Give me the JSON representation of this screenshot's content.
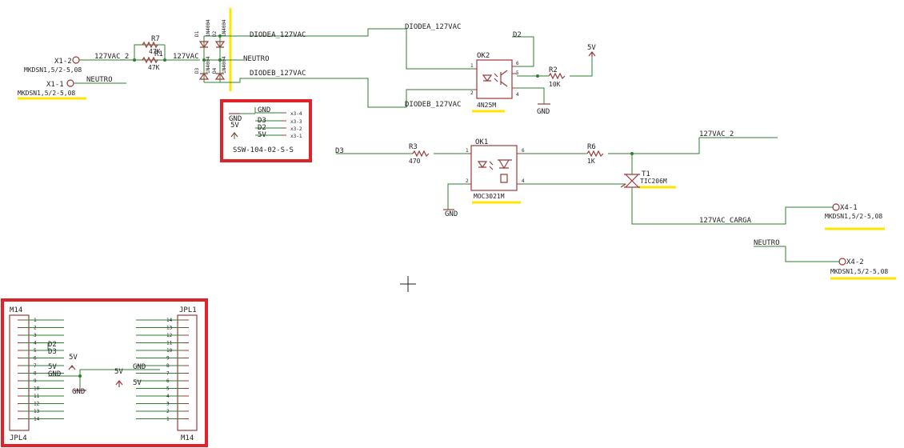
{
  "connectors": {
    "x1_2_ref": "X1-2",
    "x1_2_type": "MKDSN1,5/2-5,08",
    "x1_1_ref": "X1-1",
    "x1_1_type": "MKDSN1,5/2-5,08",
    "x4_1_ref": "X4-1",
    "x4_1_type": "MKDSN1,5/2-5,08",
    "x4_2_ref": "X4-2",
    "x4_2_type": "MKDSN1,5/2-5,08"
  },
  "nets": {
    "vac_2_left": "127VAC_2",
    "neutro_left": "NEUTRO",
    "vac_mid": "127VAC",
    "neutro_mid": "NEUTRO",
    "diodea_1": "DIODEA_127VAC",
    "diodea_2": "DIODEA_127VAC",
    "diodeb_1": "DIODEB_127VAC",
    "diodeb_2": "DIODEB_127VAC",
    "d2_top": "D2",
    "vcc_5v_top": "5V",
    "gnd_ok2": "GND",
    "d3_left": "D3",
    "gnd_ok1": "GND",
    "vac_2_right": "127VAC_2",
    "vac_carga": "127VAC_CARGA",
    "neutro_right": "NEUTRO"
  },
  "resistors": {
    "r7_name": "R7",
    "r7_value": "47K",
    "r1_name": "R1",
    "r1_value": "47K",
    "r2_name": "R2",
    "r2_value": "10K",
    "r3_name": "R3",
    "r3_value": "470",
    "r6_name": "R6",
    "r6_value": "1K"
  },
  "diodes": {
    "d1": "D1",
    "d1_val": "1N4004",
    "d2": "D2",
    "d2_val": "1N4004",
    "d3": "D3",
    "d3_val": "1N4004",
    "d4": "D4",
    "d4_val": "1N4004"
  },
  "optos": {
    "ok2_name": "OK2",
    "ok2_value": "4N25M",
    "ok1_name": "OK1",
    "ok1_value": "MOC3021M"
  },
  "triac": {
    "name": "T1",
    "value": "TIC206M"
  },
  "x3_header": {
    "part": "SSW-104-02-S-S",
    "pins": [
      "x3-4",
      "x3-3",
      "x3-2",
      "x3-1"
    ],
    "signals": [
      "GND",
      "D3",
      "D2",
      "5V"
    ],
    "gnd_sym": "GND",
    "vcc_sym": "5V"
  },
  "jpl_section": {
    "left_top": "M14",
    "left_bottom": "JPL4",
    "right_top": "JPL1",
    "right_bottom": "M14",
    "left_pins": [
      "1",
      "2",
      "3",
      "4",
      "5",
      "6",
      "7",
      "8",
      "9",
      "10",
      "11",
      "12",
      "13",
      "14"
    ],
    "right_pins": [
      "14",
      "13",
      "12",
      "11",
      "10",
      "9",
      "8",
      "7",
      "6",
      "5",
      "4",
      "3",
      "2",
      "1"
    ],
    "left_d2": "D2",
    "left_d3": "D3",
    "left_5v_sym": "5V",
    "left_5v": "5V",
    "left_gnd": "GND",
    "gnd_sym": "GND",
    "mid_5v_sym": "5V",
    "right_gnd": "GND",
    "right_5v": "5V"
  },
  "colors": {
    "wire": "#2f7f2f",
    "part": "#9b3a3a",
    "highlight": "#ffe600",
    "annotation_box": "#e0232a"
  }
}
